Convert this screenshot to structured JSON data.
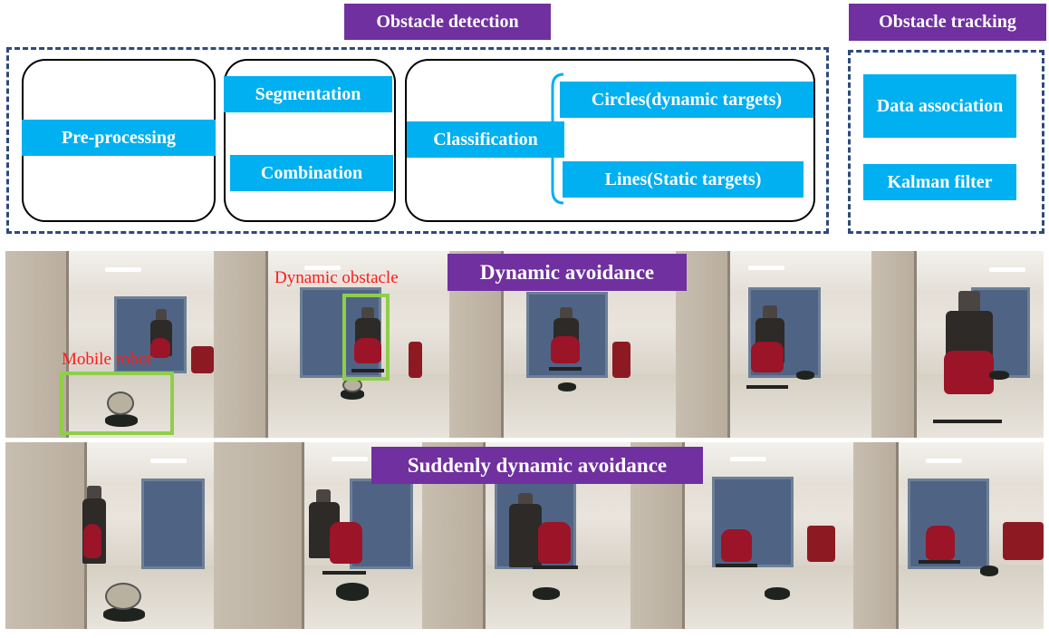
{
  "detection": {
    "title": "Obstacle detection",
    "preprocessing": "Pre-processing",
    "segmentation": "Segmentation",
    "combination": "Combination",
    "classification": "Classification",
    "circles": "Circles(dynamic targets)",
    "lines": "Lines(Static targets)"
  },
  "tracking": {
    "title": "Obstacle tracking",
    "data_association": "Data association",
    "kalman": "Kalman filter"
  },
  "rows": {
    "dynamic_label": "Dynamic avoidance",
    "sudden_label": "Suddenly dynamic avoidance"
  },
  "annotations": {
    "mobile_robot": "Mobile robot",
    "dynamic_obstacle": "Dynamic obstacle"
  },
  "colors": {
    "purple": "#7030a0",
    "cyan": "#00b0f0",
    "dashed_border": "#2e4a7d",
    "green_box": "#8fce4a",
    "red_text": "#ff1a1a"
  }
}
